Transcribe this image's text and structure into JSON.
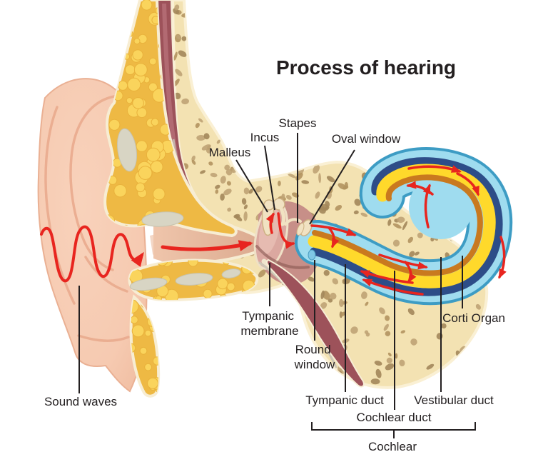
{
  "title": "Process of hearing",
  "labels": {
    "sound_waves": "Sound waves",
    "malleus": "Malleus",
    "incus": "Incus",
    "stapes": "Stapes",
    "oval_window": "Oval window",
    "tympanic_membrane_1": "Tympanic",
    "tympanic_membrane_2": "membrane",
    "round_window_1": "Round",
    "round_window_2": "window",
    "corti_organ": "Corti Organ",
    "tympanic_duct": "Tympanic duct",
    "cochlear_duct": "Cochlear duct",
    "vestibular_duct": "Vestibular duct",
    "cochlear": "Cochlear"
  },
  "colors": {
    "label_text": "#231f20",
    "sound_red": "#e8251f",
    "skin": "#f6cab1",
    "skin_shade": "#e9a98c",
    "fat_base": "#eeb944",
    "fat_bubble": "#fad45c",
    "bone_fill": "#f3e2b2",
    "bone_spot": "#b2945f",
    "bone_edge": "#faf0d4",
    "muscle": "#9d525a",
    "cochlea_outline": "#3d9cc4",
    "cochlea_fluid": "#9fdcef",
    "vestibular_navy": "#2d4d88",
    "cochlear_yellow": "#ffd92b",
    "tympanic_orange": "#c9791f",
    "membrane_pink": "#dba8a0",
    "cavity_pink": "#c78f88",
    "ossicle_cream": "#f1e2c2",
    "wax_grey": "#d8d5c4",
    "round_window_blue": "#7fc8e6"
  }
}
